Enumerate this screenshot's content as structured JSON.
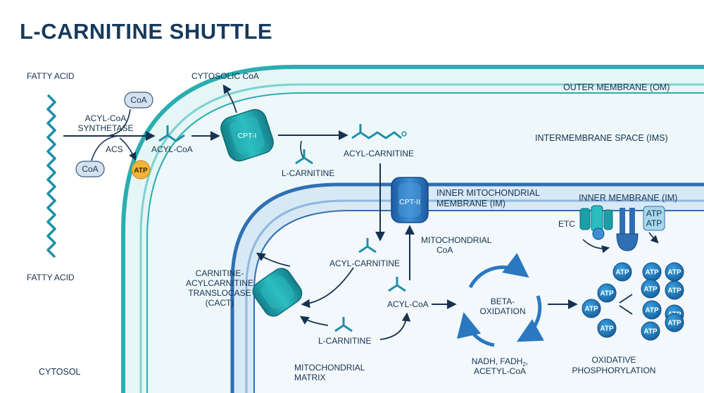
{
  "title": "L-CARNITINE SHUTTLE",
  "labels": {
    "fatty_acid_top": "FATTY ACID",
    "fatty_acid_bottom": "FATTY ACID",
    "cytosolic_coa": "CYTOSOLIC CoA",
    "acyl_coa_synthetase_1": "ACYL-CoA",
    "acyl_coa_synthetase_2": "SYNTHETASE",
    "acs": "ACS",
    "acyl_coa_cytosol": "ACYL-CoA",
    "l_carnitine_ims": "L-CARNITINE",
    "acyl_carnitine_ims": "ACYL-CARNITINE",
    "outer_membrane": "OUTER MEMBRANE (OM)",
    "intermembrane_space": "INTERMEMBRANE SPACE (IMS)",
    "inner_mito_membrane_1": "INNER MITOCHONDRIAL",
    "inner_mito_membrane_2": "MEMBRANE (IM)",
    "inner_membrane_right": "INNER MEMBRANE (IM)",
    "etc": "ETC",
    "mito_coa_1": "MITOCHONDRIAL",
    "mito_coa_2": "CoA",
    "acyl_carnitine_matrix": "ACYL-CARNITINE",
    "acyl_coa_matrix": "ACYL-CoA",
    "l_carnitine_matrix": "L-CARNITINE",
    "cact_1": "CARNITINE-",
    "cact_2": "ACYLCARNITINE",
    "cact_3": "TRANSLOCASE",
    "cact_4": "(CACT)",
    "beta_oxidation_1": "BETA-",
    "beta_oxidation_2": "OXIDATION",
    "products_1a": "NADH, FADH",
    "products_1_sub": "2",
    "products_1b": ",",
    "products_2": "ACETYL-CoA",
    "oxphos_1": "OXIDATIVE",
    "oxphos_2": "PHOSPHORYLATION",
    "cytosol": "CYTOSOL",
    "matrix_1": "MITOCHONDRIAL",
    "matrix_2": "MATRIX"
  },
  "pills": {
    "coa_top": "CoA",
    "coa_bottom": "CoA",
    "atp_yellow": "ATP"
  },
  "transporters": {
    "cpt1": "CPT-I",
    "cpt2": "CPT-II"
  },
  "atp_synthase_labels": [
    "ATP",
    "ATP"
  ],
  "atp_molecule": "ATP",
  "colors": {
    "outer_membrane": "#2aaeb0",
    "inner_membrane": "#2f6fb3",
    "dark_text": "#16324f",
    "atp_ball": "#1f7ec2",
    "atp_yellow": "#f4b43a",
    "coa_pill": "#d3e2ee",
    "transporter": "#1aa0a8"
  }
}
